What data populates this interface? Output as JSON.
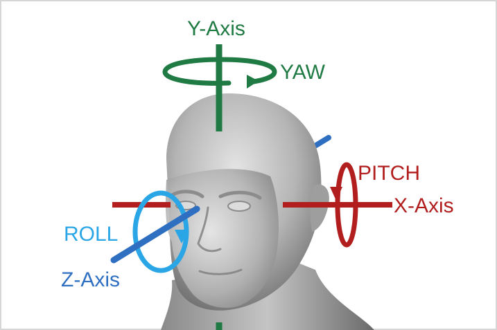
{
  "colors": {
    "yaw": "#1f7a43",
    "pitch": "#b21e1e",
    "roll": "#2aa6e6",
    "z_axis": "#2e6fc2",
    "head": "#b9b9b9",
    "frame": "#d6d6d6"
  },
  "labels": {
    "y_axis": "Y-Axis",
    "yaw": "YAW",
    "pitch": "PITCH",
    "x_axis": "X-Axis",
    "roll": "ROLL",
    "z_axis": "Z-Axis"
  },
  "figure": {
    "subject": "head-3d-model-icon"
  }
}
